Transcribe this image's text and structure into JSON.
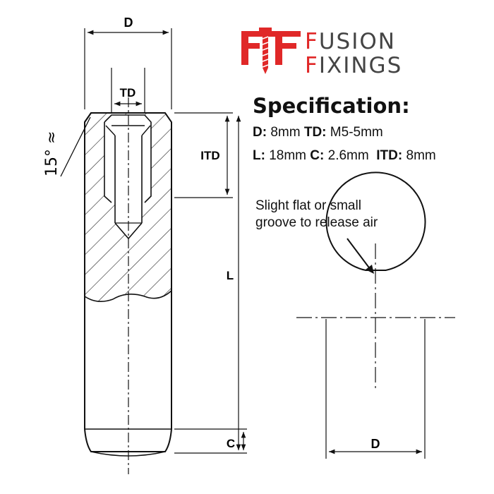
{
  "brand": {
    "line1_initial": "F",
    "line1_rest": "USION",
    "line2_initial": "F",
    "line2_rest": "IXINGS",
    "logo_icon": "ff-screw-logo-icon",
    "accent_color": "#e02828",
    "text_color": "#444444"
  },
  "specification": {
    "heading": "Specification:",
    "d_label": "D:",
    "d_value": "8mm",
    "td_label": "TD:",
    "td_value": "M5-5mm",
    "l_label": "L:",
    "l_value": "18mm",
    "c_label": "C:",
    "c_value": "2.6mm",
    "itd_label": "ITD:",
    "itd_value": "8mm"
  },
  "note": {
    "line1": "Slight flat or small",
    "line2": "groove to release air"
  },
  "dimension_labels": {
    "d_top": "D",
    "td": "TD",
    "itd": "ITD",
    "l": "L",
    "c": "C",
    "angle": "15° ≈",
    "d_bottom": "D"
  }
}
